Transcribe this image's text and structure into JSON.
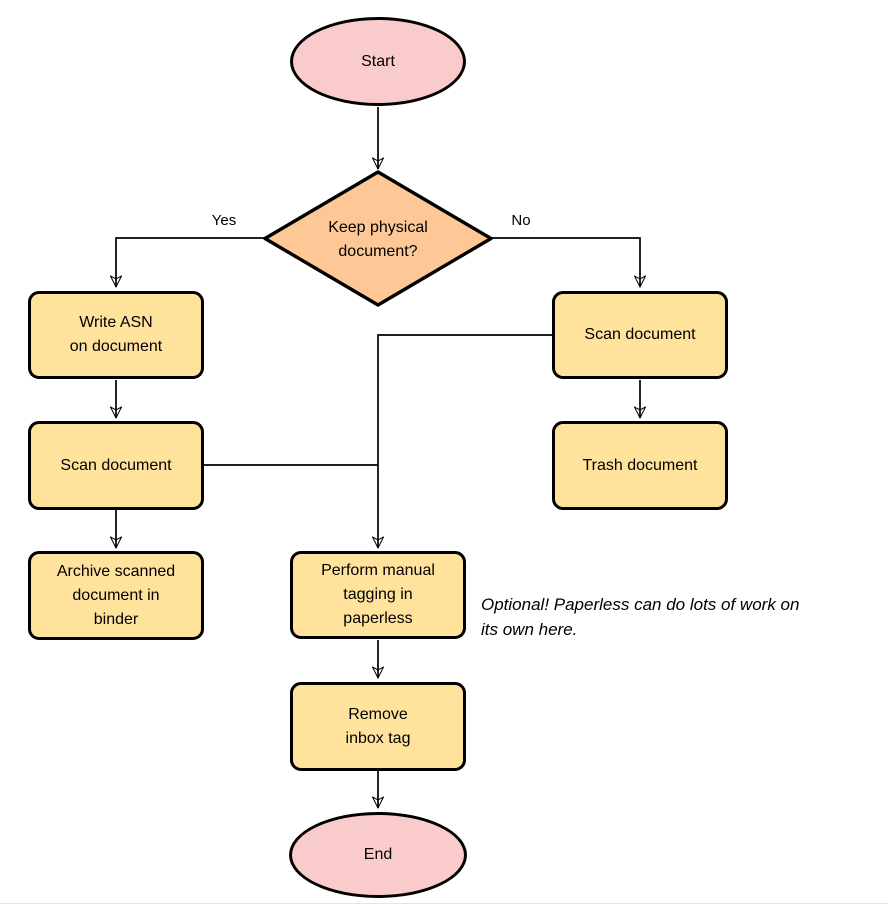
{
  "diagram": {
    "type": "flowchart",
    "nodes": {
      "start": {
        "label": "Start",
        "shape": "terminator"
      },
      "decision": {
        "label": "Keep physical\ndocument?",
        "shape": "decision"
      },
      "write_asn": {
        "label": "Write ASN\non document",
        "shape": "process"
      },
      "scan_left": {
        "label": "Scan document",
        "shape": "process"
      },
      "archive": {
        "label": "Archive scanned\ndocument in\nbinder",
        "shape": "process"
      },
      "scan_right": {
        "label": "Scan document",
        "shape": "process"
      },
      "trash": {
        "label": "Trash document",
        "shape": "process"
      },
      "tagging": {
        "label": "Perform manual\ntagging in\npaperless",
        "shape": "process"
      },
      "remove_inbox": {
        "label": "Remove\ninbox tag",
        "shape": "process"
      },
      "end": {
        "label": "End",
        "shape": "terminator"
      }
    },
    "edge_labels": {
      "yes": "Yes",
      "no": "No"
    },
    "note": "Optional! Paperless can do lots of work on\nits own here.",
    "colors": {
      "terminator_fill": "#f9cbca",
      "decision_fill": "#fdc896",
      "process_fill": "#ffe29c",
      "stroke": "#000000"
    }
  }
}
